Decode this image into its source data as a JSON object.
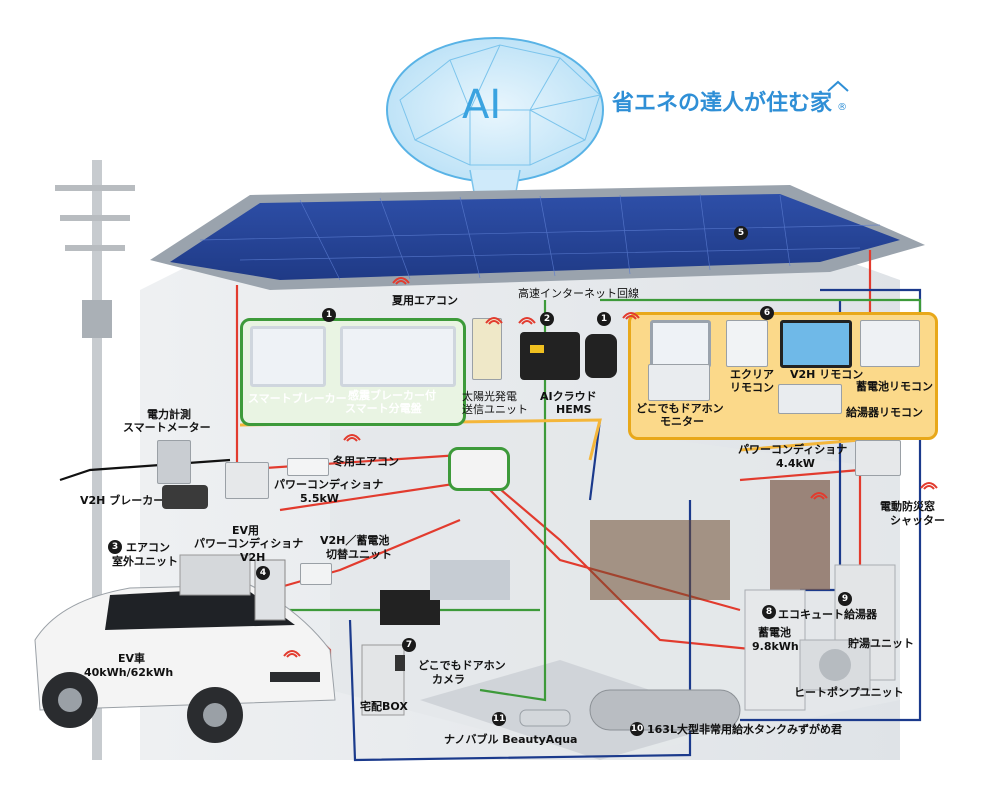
{
  "header": {
    "ai_text": "AI",
    "brand_text": "省エネの達人が住む家",
    "registered_mark": "®"
  },
  "markers": {
    "m1a": "1",
    "m1b": "1",
    "m2": "2",
    "m3": "3",
    "m4": "4",
    "m5": "5",
    "m6": "6",
    "m7": "7",
    "m8": "8",
    "m9": "9",
    "m10": "10",
    "m11": "11"
  },
  "labels": {
    "summer_ac": "夏用エアコン",
    "internet": "高速インターネット回線",
    "smart_breaker": "スマートブレーカー",
    "quake_breaker_line1": "感震ブレーカー付",
    "quake_breaker_line2": "スマート分電盤",
    "solar_unit_line1": "太陽光発電",
    "solar_unit_line2": "送信ユニット",
    "ai_cloud_line1": "AIクラウド",
    "ai_cloud_line2": "HEMS",
    "doorphone_monitor_line1": "どこでもドアホン",
    "doorphone_monitor_line2": "モニター",
    "ecria_line1": "エクリア",
    "ecria_line2": "リモコン",
    "v2h_remote": "V2H リモコン",
    "battery_remote": "蓄電池リモコン",
    "water_heater_remote": "給湯器リモコン",
    "power_meter_line1": "電力計測",
    "power_meter_line2": "スマートメーター",
    "winter_ac": "冬用エアコン",
    "pcs_left_line1": "パワーコンディショナ",
    "pcs_left_line2": "5.5kW",
    "pcs_right_line1": "パワーコンディショナ",
    "pcs_right_line2": "4.4kW",
    "v2h_breaker": "V2H ブレーカー",
    "ac_outdoor_line1": "エアコン",
    "ac_outdoor_line2": "室外ユニット",
    "ev_pcs_line1": "EV用",
    "ev_pcs_line2": "パワーコンディショナ",
    "ev_pcs_line3": "V2H",
    "switch_unit_line1": "V2H／蓄電池",
    "switch_unit_line2": "切替ユニット",
    "ev_car_line1": "EV車",
    "ev_car_line2": "40kWh/62kWh",
    "shutter_line1": "電動防災窓",
    "shutter_line2": "シャッター",
    "ecocute": "エコキュート給湯器",
    "battery_line1": "蓄電池",
    "battery_line2": "9.8kWh",
    "storage_unit": "貯湯ユニット",
    "heat_pump": "ヒートポンプユニット",
    "door_camera_line1": "どこでもドアホン",
    "door_camera_line2": "カメラ",
    "delivery_box": "宅配BOX",
    "nano_bubble": "ナノバブル BeautyAqua",
    "water_tank": "163L大型非常用給水タンクみずがめ君"
  },
  "colors": {
    "green_panel": "#3d9a3a",
    "yellow_panel": "#e8a81a",
    "red_line": "#e23b2e",
    "blue_line": "#1b3a8c",
    "green_line": "#3d9a3a",
    "brand_blue": "#2f8fd6",
    "ai_blue": "#3aa3e0"
  }
}
